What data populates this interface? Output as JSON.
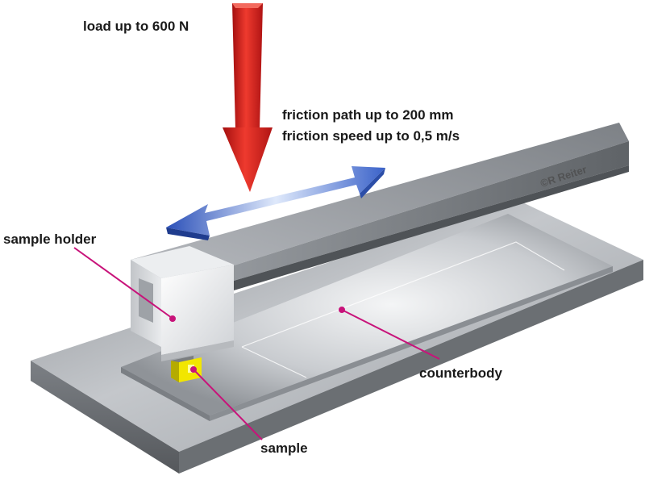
{
  "labels": {
    "load": "load up to 600 N",
    "friction_path": "friction path up to 200 mm",
    "friction_speed": "friction speed up to 0,5 m/s",
    "sample_holder": "sample holder",
    "counterbody": "counterbody",
    "sample": "sample",
    "brand": "©R Reiter"
  },
  "colors": {
    "load_arrow": "#d81e1e",
    "motion_arrow": "#3a62c9",
    "leader_lines": "#c8137a",
    "sample": "#f2e600",
    "metal": "#a9adb2"
  },
  "icons": {
    "load_arrow": "down-arrow-icon",
    "motion_arrow": "double-headed-arrow-icon"
  }
}
